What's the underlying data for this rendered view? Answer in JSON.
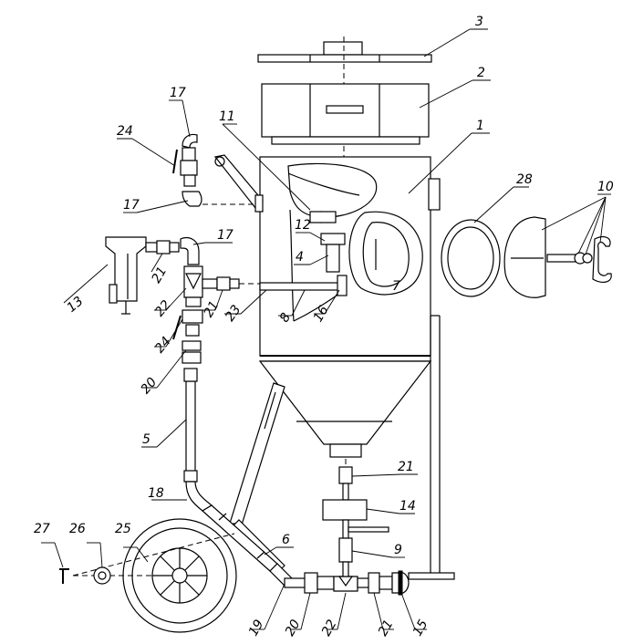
{
  "labels": {
    "l1": "1",
    "l2": "2",
    "l3": "3",
    "l4": "4",
    "l5": "5",
    "l6": "6",
    "l7": "7",
    "l8": "8",
    "l9": "9",
    "l10": "10",
    "l11": "11",
    "l12": "12",
    "l13": "13",
    "l14": "14",
    "l15": "15",
    "l16": "16",
    "l17a": "17",
    "l17b": "17",
    "l17c": "17",
    "l18": "18",
    "l19": "19",
    "l20a": "20",
    "l20b": "20",
    "l21a": "21",
    "l21b": "21",
    "l21c": "21",
    "l21d": "21",
    "l22a": "22",
    "l22b": "22",
    "l23": "23",
    "l24a": "24",
    "l24b": "24",
    "l25": "25",
    "l26": "26",
    "l27": "27",
    "l28": "28"
  }
}
